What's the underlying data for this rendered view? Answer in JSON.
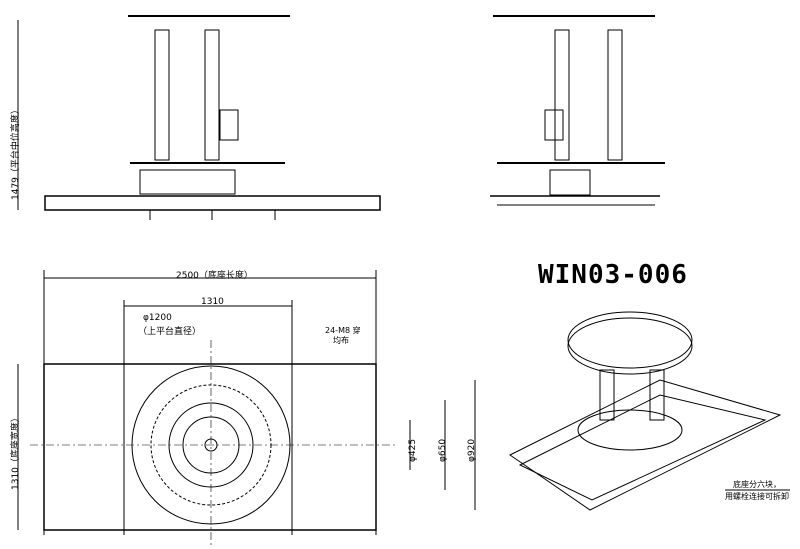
{
  "title": "WIN03-006",
  "dims": {
    "height": "1479（平台中位高度）",
    "base_length": "2500（底座长度）",
    "span": "1310",
    "diameter": "φ1200",
    "diameter_note": "（上平台直径）",
    "holes": "24-M8 穿",
    "holes_note": "均布",
    "base_width": "1310（底座宽度）",
    "d425": "φ425",
    "d650": "φ650",
    "d920": "φ920"
  },
  "note": {
    "line1": "底座分六块，",
    "line2": "用螺栓连接可拆卸"
  }
}
